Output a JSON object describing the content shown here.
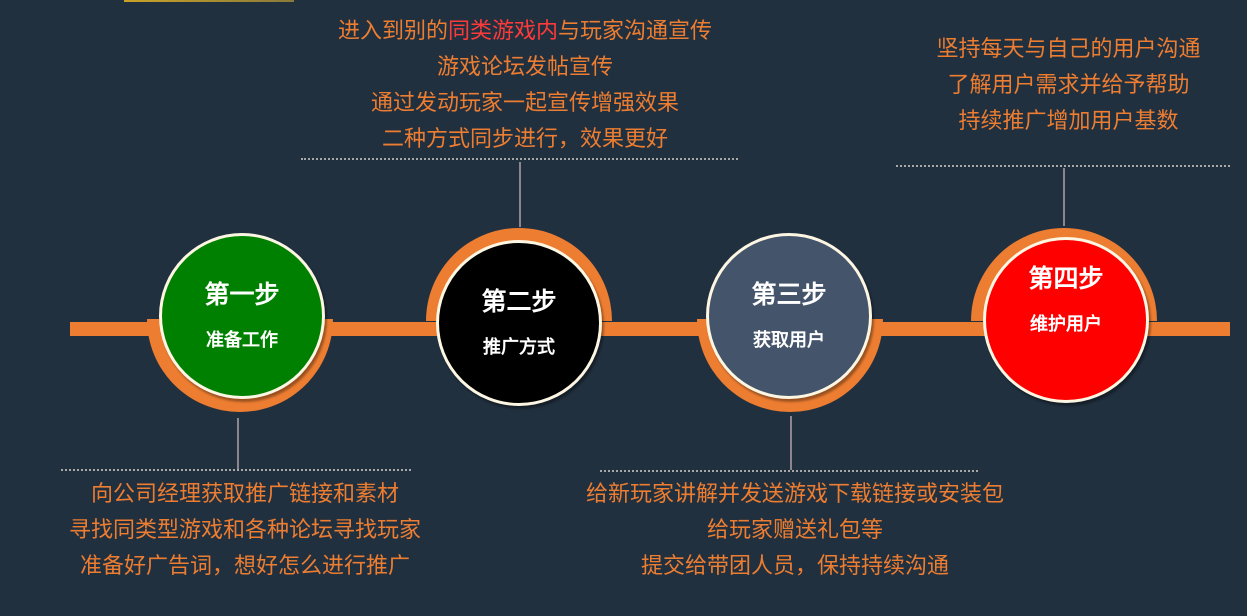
{
  "colors": {
    "background": "#21303f",
    "accent_orange": "#ed7d31",
    "highlight_red": "#ff3a3a",
    "circle_border": "#fdf6e3",
    "connector": "#8c8590"
  },
  "steps": [
    {
      "title": "第一步",
      "subtitle": "准备工作",
      "fill": "#008000",
      "notes_position": "below",
      "notes": [
        "向公司经理获取推广链接和素材",
        "寻找同类型游戏和各种论坛寻找玩家",
        "准备好广告词，想好怎么进行推广"
      ]
    },
    {
      "title": "第二步",
      "subtitle": "推广方式",
      "fill": "#000000",
      "notes_position": "above",
      "notes_first_line": {
        "before": "进入到别的",
        "highlight": "同类游戏内",
        "after": "与玩家沟通宣传"
      },
      "notes": [
        "游戏论坛发帖宣传",
        "通过发动玩家一起宣传增强效果",
        "二种方式同步进行，效果更好"
      ]
    },
    {
      "title": "第三步",
      "subtitle": "获取用户",
      "fill": "#44546a",
      "notes_position": "below",
      "notes": [
        "给新玩家讲解并发送游戏下载链接或安装包",
        "给玩家赠送礼包等",
        "提交给带团人员，保持持续沟通"
      ]
    },
    {
      "title": "第四步",
      "subtitle": "维护用户",
      "fill": "#ff0000",
      "notes_position": "above",
      "notes": [
        "坚持每天与自己的用户沟通",
        "了解用户需求并给予帮助",
        "持续推广增加用户基数"
      ]
    }
  ]
}
